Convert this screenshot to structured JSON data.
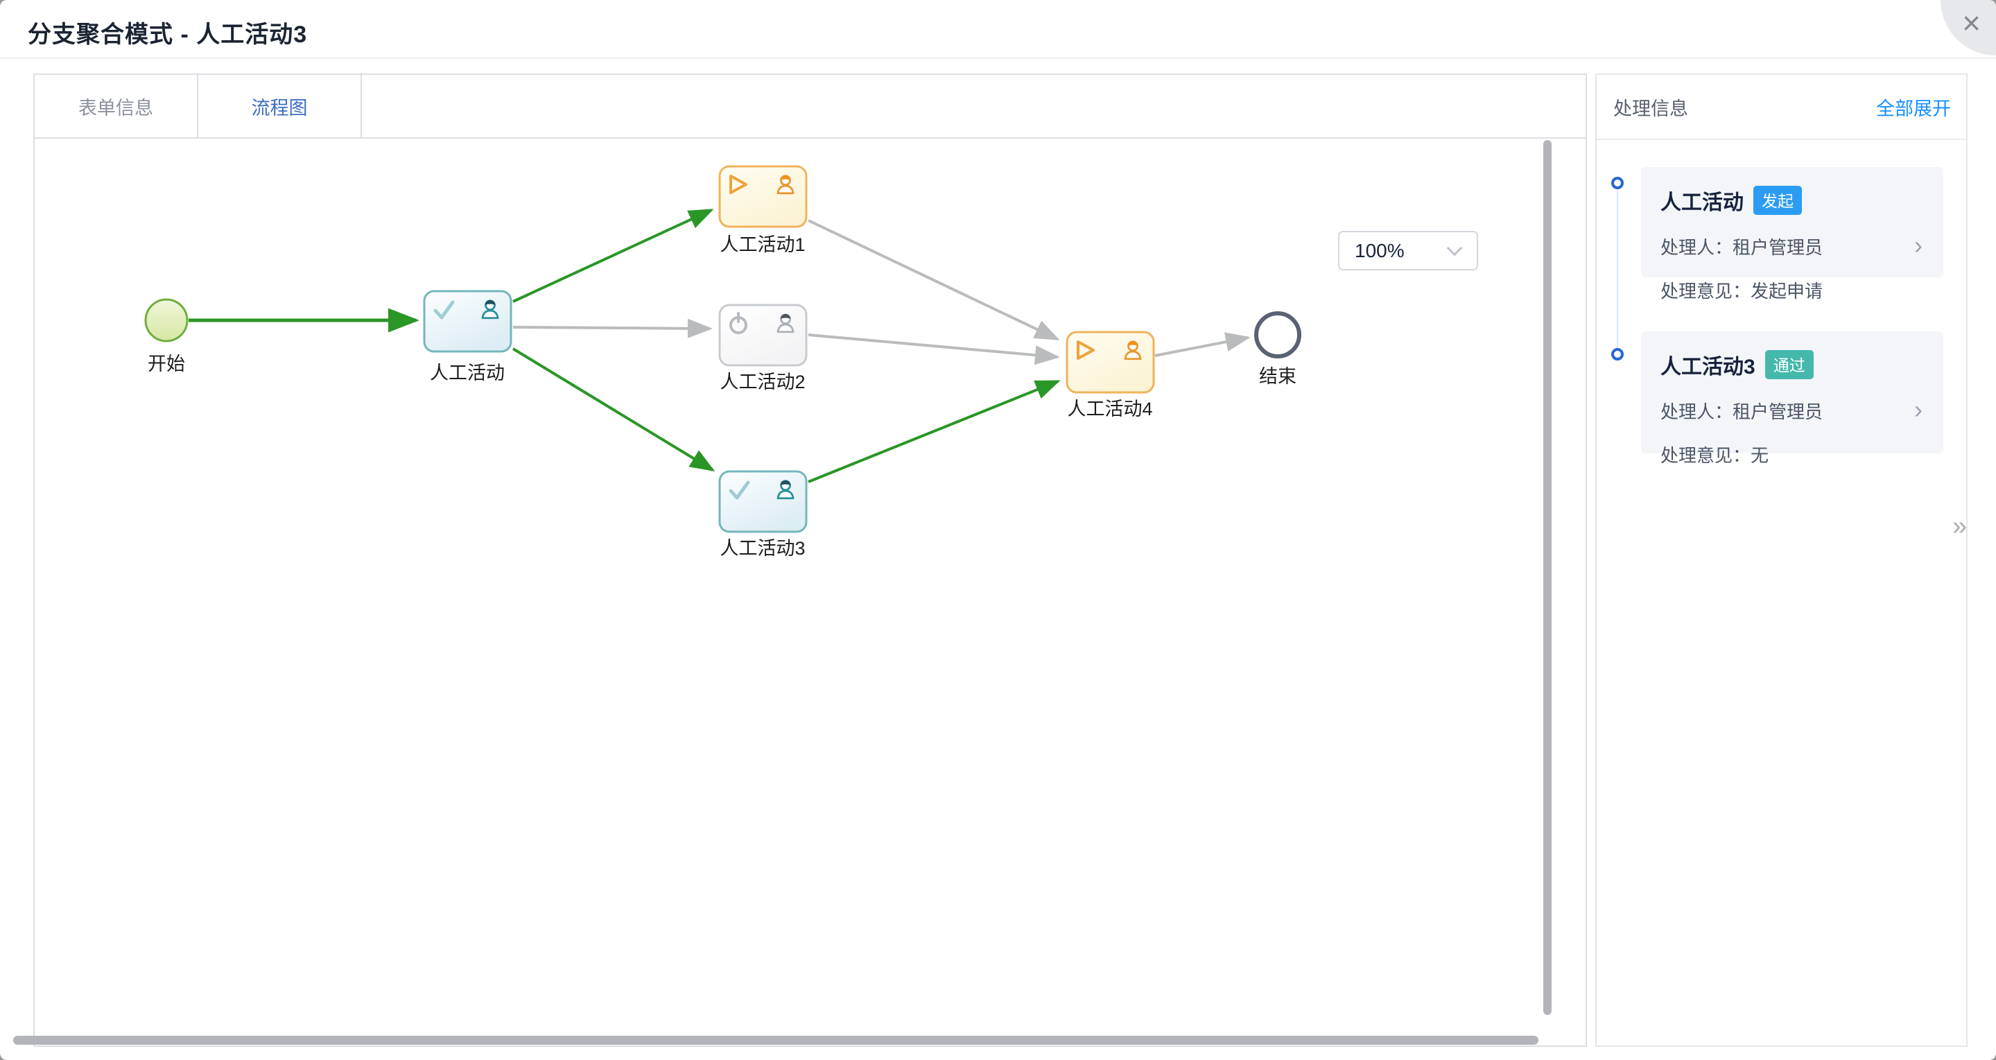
{
  "header": {
    "title": "分支聚合模式 - 人工活动3",
    "close_glyph": "×"
  },
  "tabs": [
    {
      "label": "表单信息",
      "active": false
    },
    {
      "label": "流程图",
      "active": true
    }
  ],
  "canvas": {
    "zoom_level": "100%"
  },
  "diagram": {
    "nodes": [
      {
        "id": "start",
        "label": "开始",
        "type": "start-event",
        "status": "completed"
      },
      {
        "id": "activity0",
        "label": "人工活动",
        "type": "user-task",
        "status": "completed",
        "style": "teal"
      },
      {
        "id": "activity1",
        "label": "人工活动1",
        "type": "user-task",
        "status": "in-progress",
        "style": "yellow"
      },
      {
        "id": "activity2",
        "label": "人工活动2",
        "type": "user-task",
        "status": "not-started",
        "style": "gray"
      },
      {
        "id": "activity3",
        "label": "人工活动3",
        "type": "user-task",
        "status": "completed",
        "style": "teal"
      },
      {
        "id": "activity4",
        "label": "人工活动4",
        "type": "user-task",
        "status": "in-progress",
        "style": "yellow"
      },
      {
        "id": "end",
        "label": "结束",
        "type": "end-event",
        "status": "not-reached"
      }
    ],
    "edges": [
      {
        "from": "start",
        "to": "activity0",
        "status": "taken-green"
      },
      {
        "from": "activity0",
        "to": "activity1",
        "status": "taken-green"
      },
      {
        "from": "activity0",
        "to": "activity2",
        "status": "untaken-gray"
      },
      {
        "from": "activity0",
        "to": "activity3",
        "status": "taken-green"
      },
      {
        "from": "activity1",
        "to": "activity4",
        "status": "untaken-gray"
      },
      {
        "from": "activity2",
        "to": "activity4",
        "status": "untaken-gray"
      },
      {
        "from": "activity3",
        "to": "activity4",
        "status": "taken-green"
      },
      {
        "from": "activity4",
        "to": "end",
        "status": "untaken-gray"
      }
    ]
  },
  "panel": {
    "title": "处理信息",
    "expand_all": "全部展开",
    "collapse_glyph": "»",
    "records": [
      {
        "name": "人工活动",
        "badge": "发起",
        "badge_color": "#2b9cf2",
        "handler_label": "处理人：",
        "handler_value": "租户管理员",
        "opinion_label": "处理意见：",
        "opinion_value": "发起申请"
      },
      {
        "name": "人工活动3",
        "badge": "通过",
        "badge_color": "#45b8ac",
        "handler_label": "处理人：",
        "handler_value": "租户管理员",
        "opinion_label": "处理意见：",
        "opinion_value": "无"
      }
    ]
  },
  "colors": {
    "tab_active": "#3d6dc2",
    "link_blue": "#1890ff",
    "edge_taken": "#2a9626",
    "edge_untaken": "#b9bbbd",
    "node_teal_border": "#74b6ba",
    "node_yellow_border": "#eeb35a",
    "node_gray_border": "#c8cbd0",
    "start_green_border": "#6fae3e",
    "timeline_dot": "#2667d4"
  }
}
